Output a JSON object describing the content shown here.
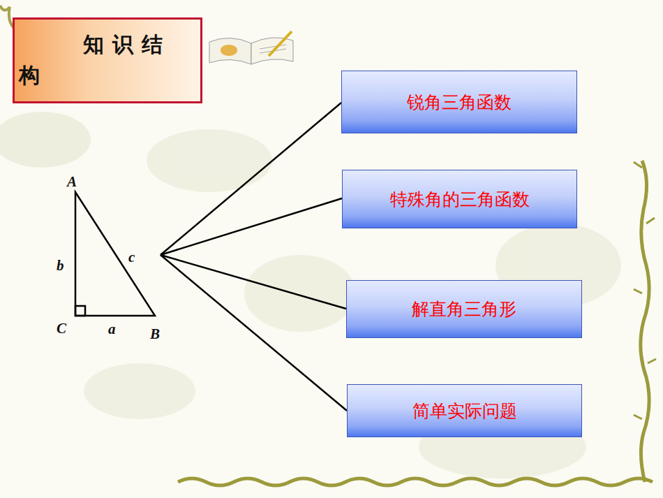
{
  "diagram": {
    "nodes": [
      {
        "text": [
          "知识结构"
        ]
      },
      {
        "text": [
          "锐角三角函数"
        ]
      },
      {
        "text": [
          "特殊角的三角函数"
        ]
      },
      {
        "text": [
          "解直角三角形"
        ]
      },
      {
        "text": [
          "简单实际问题"
        ]
      }
    ],
    "labels": [
      "A",
      "b",
      "c",
      "C",
      "a",
      "B"
    ]
  }
}
